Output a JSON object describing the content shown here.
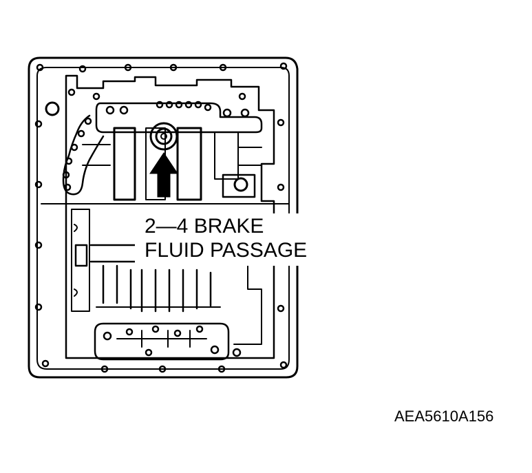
{
  "callout": {
    "line1": "2—4 BRAKE",
    "line2": "FLUID PASSAGE"
  },
  "figure_code": "AEA5610A156",
  "arrow_direction": "up",
  "icons": [
    "valve-body-outline",
    "fluid-passage-arrow"
  ],
  "colors": {
    "ink": "#000000",
    "paper": "#ffffff"
  }
}
